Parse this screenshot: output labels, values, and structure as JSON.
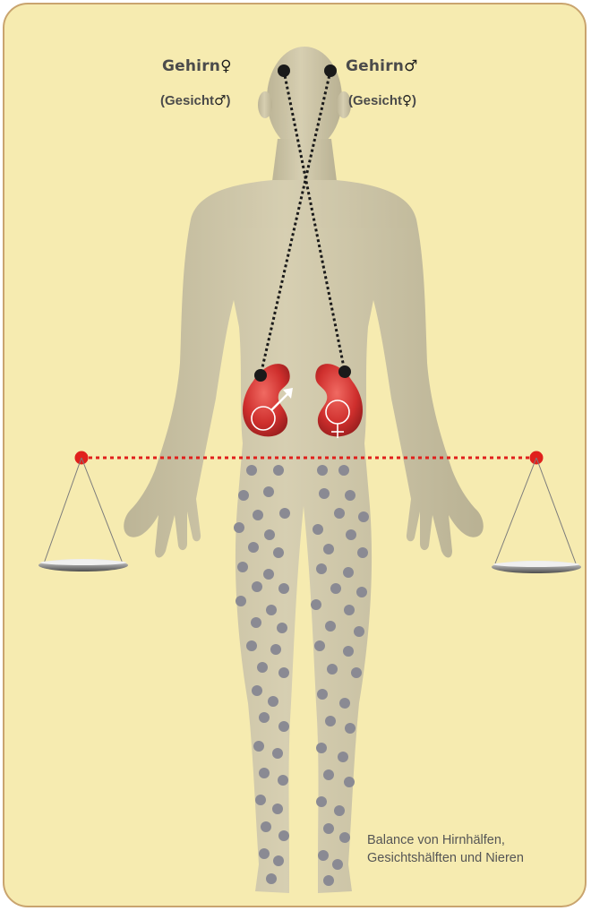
{
  "labels": {
    "left_brain": "Gehirn",
    "left_brain_symbol": "♀",
    "right_brain": "Gehirn",
    "right_brain_symbol": "♂",
    "left_face_open": "(Gesicht",
    "left_face_symbol": "♂",
    "left_face_close": ")",
    "right_face_open": "(Gesicht",
    "right_face_symbol": "♀",
    "right_face_close": ")"
  },
  "kidneys": {
    "left_symbol": "male",
    "right_symbol": "female"
  },
  "caption": {
    "line1": "Balance von Hirnhälfen,",
    "line2": "Gesichtshälften und Nieren"
  },
  "colors": {
    "background": "#f6ebb0",
    "border": "#c9a46e",
    "body": "#c6bfa6",
    "kidney": "#c8302f",
    "balance_line": "#e0201c",
    "dots": "#8a8a93",
    "connector": "#1a1a1a"
  }
}
